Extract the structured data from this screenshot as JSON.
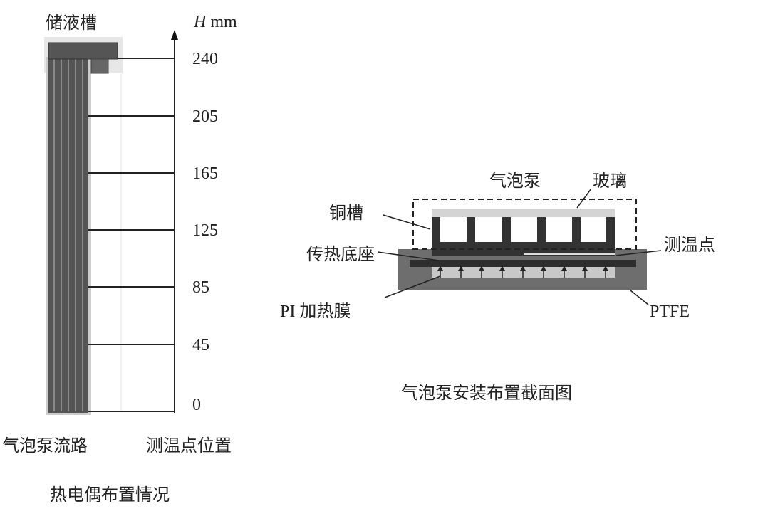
{
  "left": {
    "reservoir_label": "储液槽",
    "axis_label_var": "H",
    "axis_label_unit": "mm",
    "heights": [
      "240",
      "205",
      "165",
      "125",
      "85",
      "45",
      "0"
    ],
    "flow_path_label": "气泡泵流路",
    "measure_points_label": "测温点位置",
    "caption": "热电偶布置情况"
  },
  "right": {
    "bubble_pump_label": "气泡泵",
    "glass_label": "玻璃",
    "copper_label": "铜槽",
    "base_label": "传热底座",
    "measure_label": "测温点",
    "heater_label": "PI 加热膜",
    "ptfe_label": "PTFE",
    "caption": "气泡泵安装布置截面图"
  }
}
